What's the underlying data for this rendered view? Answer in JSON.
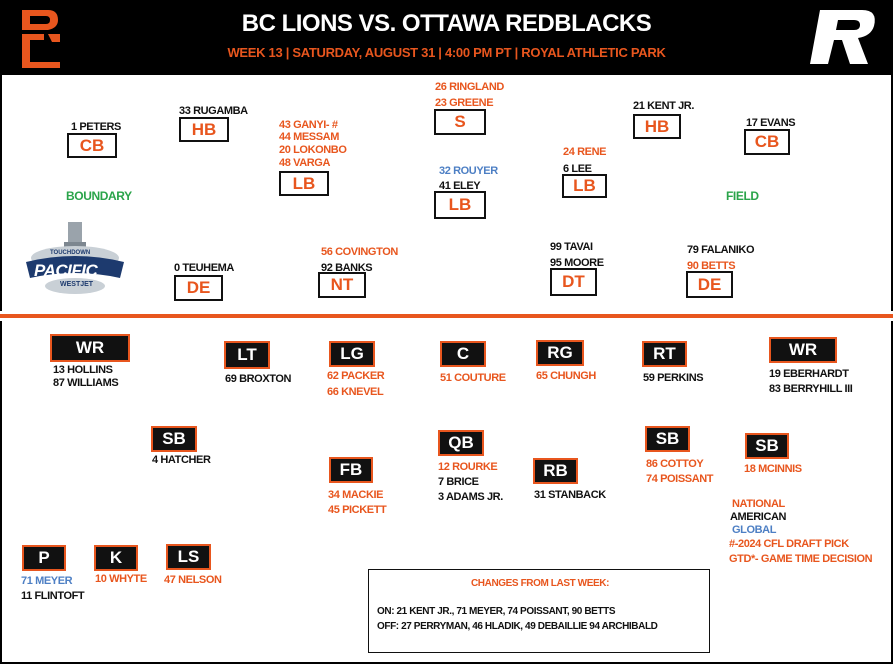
{
  "header": {
    "title": "BC LIONS VS. OTTAWA REDBLACKS",
    "subtitle": "WEEK 13 | SATURDAY, AUGUST 31 | 4:00 PM PT | ROYAL ATHLETIC PARK",
    "left_logo_text": "BC",
    "right_logo_text": "R"
  },
  "defense": {
    "boundary_label": "BOUNDARY",
    "field_label": "FIELD",
    "sponsor": {
      "top": "TOUCHDOWN",
      "main": "PACIFIC",
      "sub": "WESTJET"
    },
    "positions": {
      "cb_left": {
        "label": "CB",
        "players": [
          "1 PETERS"
        ]
      },
      "hb_left": {
        "label": "HB",
        "players": [
          "33 RUGAMBA"
        ]
      },
      "lb_left": {
        "label": "LB",
        "players": [
          "43 GANYI- #",
          "44 MESSAM",
          "20 LOKONBO",
          "48 VARGA"
        ]
      },
      "s": {
        "label": "S",
        "players": [
          "26 RINGLAND",
          "23 GREENE"
        ]
      },
      "lb_mid": {
        "label": "LB",
        "players": [
          "32 ROUYER",
          "41 ELEY"
        ]
      },
      "lb_right": {
        "label": "LB",
        "players": [
          "24 RENE",
          "6 LEE"
        ]
      },
      "hb_right": {
        "label": "HB",
        "players": [
          "21 KENT JR."
        ]
      },
      "cb_right": {
        "label": "CB",
        "players": [
          "17 EVANS"
        ]
      },
      "de_left": {
        "label": "DE",
        "players": [
          "0 TEUHEMA"
        ]
      },
      "nt": {
        "label": "NT",
        "players": [
          "56 COVINGTON",
          "92 BANKS"
        ]
      },
      "dt": {
        "label": "DT",
        "players": [
          "99 TAVAI",
          "95 MOORE"
        ]
      },
      "de_right": {
        "label": "DE",
        "players": [
          "79 FALANIKO",
          "90 BETTS"
        ]
      }
    }
  },
  "offense": {
    "positions": {
      "wr_left": {
        "label": "WR",
        "players": [
          "13 HOLLINS",
          "87 WILLIAMS"
        ]
      },
      "lt": {
        "label": "LT",
        "players": [
          "69 BROXTON"
        ]
      },
      "lg": {
        "label": "LG",
        "players": [
          "62 PACKER",
          "66 KNEVEL"
        ]
      },
      "c": {
        "label": "C",
        "players": [
          "51 COUTURE"
        ]
      },
      "rg": {
        "label": "RG",
        "players": [
          "65 CHUNGH"
        ]
      },
      "rt": {
        "label": "RT",
        "players": [
          "59 PERKINS"
        ]
      },
      "wr_right": {
        "label": "WR",
        "players": [
          "19 EBERHARDT",
          "83 BERRYHILL III"
        ]
      },
      "sb_left": {
        "label": "SB",
        "players": [
          "4 HATCHER"
        ]
      },
      "fb": {
        "label": "FB",
        "players": [
          "34 MACKIE",
          "45 PICKETT"
        ]
      },
      "qb": {
        "label": "QB",
        "players": [
          "12 ROURKE",
          "7 BRICE",
          "3 ADAMS JR."
        ]
      },
      "rb": {
        "label": "RB",
        "players": [
          "31 STANBACK"
        ]
      },
      "sb_mid": {
        "label": "SB",
        "players": [
          "86 COTTOY",
          "74 POISSANT"
        ]
      },
      "sb_right": {
        "label": "SB",
        "players": [
          "18 MCINNIS"
        ]
      },
      "p": {
        "label": "P",
        "players": [
          "71 MEYER",
          "11 FLINTOFT"
        ]
      },
      "k": {
        "label": "K",
        "players": [
          "10 WHYTE"
        ]
      },
      "ls": {
        "label": "LS",
        "players": [
          "47 NELSON"
        ]
      }
    }
  },
  "legend": {
    "national": "NATIONAL",
    "american": "AMERICAN",
    "global": "GLOBAL",
    "draft": "#-2024 CFL DRAFT PICK",
    "gtd": "GTD*- GAME TIME DECISION"
  },
  "changes": {
    "title": "CHANGES FROM LAST WEEK:",
    "on": "ON: 21 KENT JR., 71 MEYER, 74 POISSANT, 90 BETTS",
    "off": "OFF: 27 PERRYMAN, 46 HLADIK, 49 DEBAILLIE 94 ARCHIBALD"
  },
  "colors": {
    "national": "#e8561e",
    "american": "#111111",
    "global": "#4d7fc4",
    "boundary": "#2aa44a"
  }
}
